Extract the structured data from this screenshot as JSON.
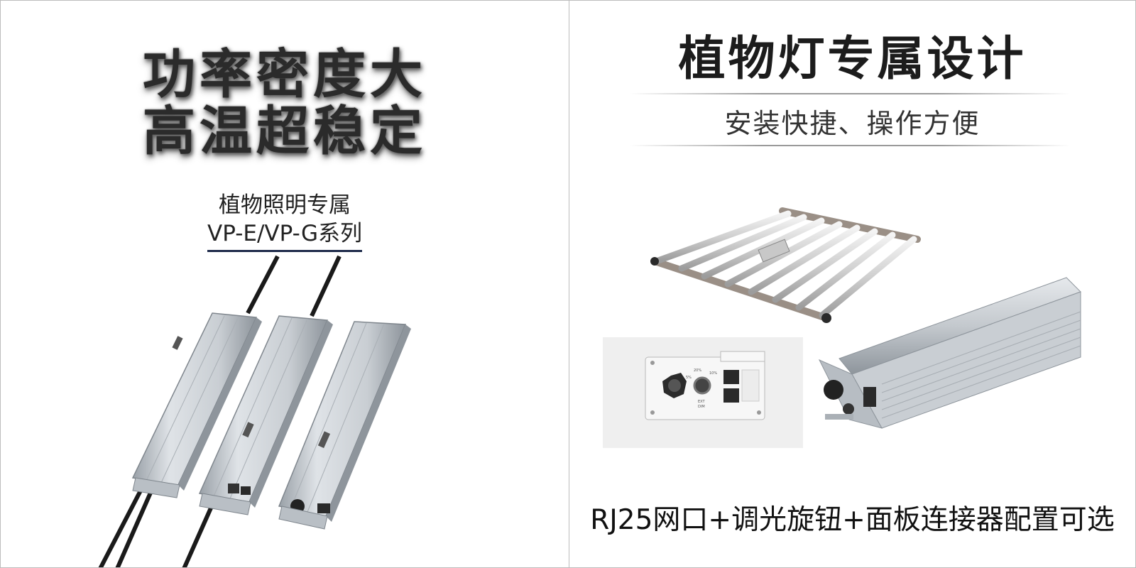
{
  "left_panel": {
    "headline_line1": "功率密度大",
    "headline_line2": "高温超稳定",
    "series_title": "植物照明专属",
    "series_model": "VP-E/VP-G系列"
  },
  "right_panel": {
    "title": "植物灯专属设计",
    "subtitle": "安装快捷、操作方便",
    "caption": "RJ25网口+调光旋钮+面板连接器配置可选",
    "knob_labels": [
      "20%",
      "EXT",
      "DIM",
      "10%",
      "5%"
    ]
  },
  "colors": {
    "underline": "#1d2a4a",
    "aluminum": "#c7ccd2",
    "aluminum_dark": "#8d949c",
    "cable": "#1a1a1a"
  }
}
